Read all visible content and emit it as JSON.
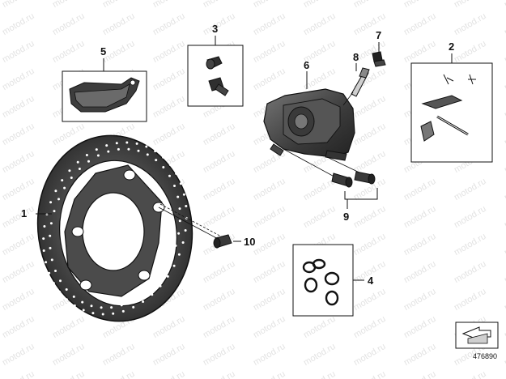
{
  "watermark": "motod.ru",
  "callouts": [
    "1",
    "2",
    "3",
    "4",
    "5",
    "6",
    "7",
    "8",
    "9",
    "10"
  ],
  "parts": [
    {
      "callout": "1",
      "name": "brake-disc"
    },
    {
      "callout": "2",
      "name": "pad-retaining-kit"
    },
    {
      "callout": "3",
      "name": "bleeder-caps"
    },
    {
      "callout": "4",
      "name": "o-ring-set"
    },
    {
      "callout": "5",
      "name": "brake-pad"
    },
    {
      "callout": "6",
      "name": "brake-caliper"
    },
    {
      "callout": "7",
      "name": "bleeder-cap"
    },
    {
      "callout": "8",
      "name": "bleeder-screw"
    },
    {
      "callout": "9",
      "name": "caliper-bolts"
    },
    {
      "callout": "10",
      "name": "disc-bolt"
    }
  ],
  "diagram_number": "476890",
  "colors": {
    "line": "#111111",
    "metal": "#555555",
    "dark": "#2a2a2a",
    "watermark": "#e3e3e3"
  }
}
